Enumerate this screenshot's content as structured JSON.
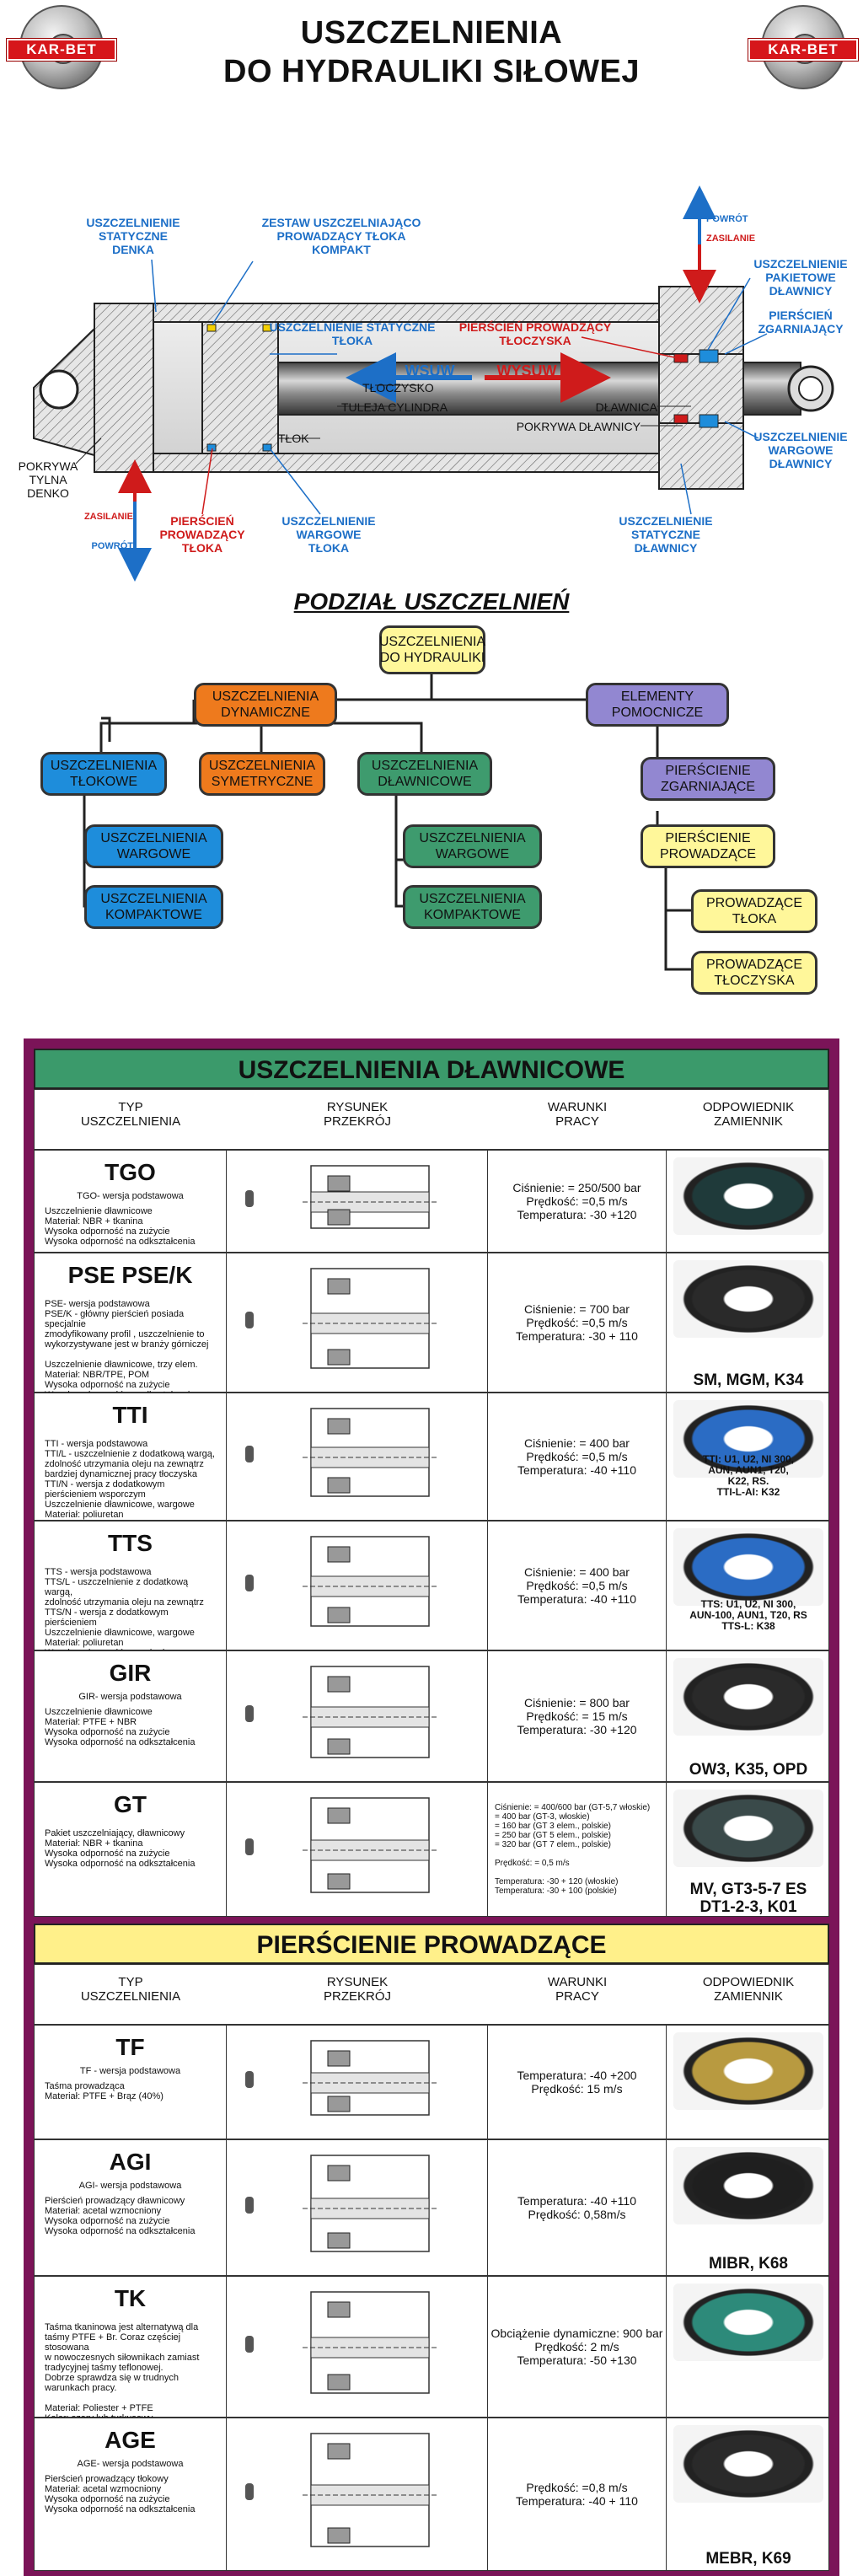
{
  "brand": {
    "logo_text": "KAR-BET"
  },
  "header": {
    "line1": "USZCZELNIENIA",
    "line2": "DO HYDRAULIKI SIŁOWEJ"
  },
  "diagram": {
    "labels": {
      "static_head": "USZCZELNIENIE\nSTATYCZNE\nDENKA",
      "piston_set": "ZESTAW USZCZELNIAJĄCO\nPROWADZĄCY TŁOKA\nKOMPAKT",
      "static_piston": "USZCZELNIENIE STATYCZNE\nTŁOKA",
      "rod_guide_ring": "PIERŚCIEŃ PROWADZĄCY\nTŁOCZYSKA",
      "rod_packing": "USZCZELNIENIE\nPAKIETOWE\nDŁAWNICY",
      "wiper_ring": "PIERŚCIEŃ\nZGARNIAJĄCY",
      "rod_wiper_seal": "USZCZELNIENIE\nWARGOWE\nDŁAWNICY",
      "static_gland": "USZCZELNIENIE\nSTATYCZNE\nDŁAWNICY",
      "piston_lip": "USZCZELNIENIE\nWARGOWE\nTŁOKA",
      "piston_guide_ring": "PIERŚCIEŃ\nPROWADZĄCY\nTŁOKA",
      "rear_cover": "POKRYWA TYLNA\nDENKO",
      "piston": "TŁOK",
      "rod": "TŁOCZYSKO",
      "cylinder_tube": "TULEJA CYLINDRA",
      "gland": "DŁAWNICA",
      "gland_cover": "POKRYWA DŁAWNICY",
      "retract": "WSUW",
      "extend": "WYSUW",
      "return_top": "POWRÓT",
      "supply_top": "ZASILANIE",
      "supply_bottom": "ZASILANIE",
      "return_bottom": "POWRÓT"
    }
  },
  "division": {
    "title": "PODZIAŁ USZCZELNIEŃ",
    "root": "USZCZELNIENIA\nDO HYDRAULIKI",
    "dynamic": "USZCZELNIENIA\nDYNAMICZNE",
    "auxiliary": "ELEMENTY\nPOMOCNICZE",
    "piston": "USZCZELNIENIA\nTŁOKOWE",
    "symmetric": "USZCZELNIENIA\nSYMETRYCZNE",
    "rod": "USZCZELNIENIA\nDŁAWNICOWE",
    "piston_lip": "USZCZELNIENIA\nWARGOWE",
    "piston_compact": "USZCZELNIENIA\nKOMPAKTOWE",
    "rod_lip": "USZCZELNIENIA\nWARGOWE",
    "rod_compact": "USZCZELNIENIA\nKOMPAKTOWE",
    "wiper": "PIERŚCIENIE\nZGARNIAJĄCE",
    "guide": "PIERŚCIENIE\nPROWADZĄCE",
    "guide_piston": "PROWADZĄCE\nTŁOKA",
    "guide_rod": "PROWADZĄCE\nTŁOCZYSKA"
  },
  "columns": {
    "type": "TYP\nUSZCZELNIENIA",
    "drawing": "RYSUNEK\nPRZEKRÓJ",
    "conditions": "WARUNKI\nPRACY",
    "equivalent": "ODPOWIEDNIK\nZAMIENNIK"
  },
  "rod_seals": {
    "title": "USZCZELNIENIA DŁAWNICOWE",
    "rows": [
      {
        "code": "TGO",
        "sub": "TGO- wersja podstawowa",
        "desc": "Uszczelnienie dławnicowe\nMateriał: NBR + tkanina\nWysoka odporność na zużycie\nWysoka odporność na odkształcenia",
        "conditions": "Ciśnienie: = 250/500 bar\nPrędkość: =0,5 m/s\nTemperatura: -30 +120",
        "equivalent": ""
      },
      {
        "code": "PSE PSE/K",
        "sub": "",
        "desc": "PSE- wersja podstawowa\nPSE/K - główny pierścień posiada specjalnie\nzmodyfikowany profil , uszczelnienie to\nwykorzystywane jest w branży górniczej\n\nUszczelnienie dławnicowe, trzy elem.\nMateriał: NBR/TPE, POM\nWysoka odporność na zużycie\nWysoka odporność na odkształcenia",
        "conditions": "Ciśnienie: = 700 bar\nPrędkość: =0,5 m/s\nTemperatura: -30 + 110",
        "equivalent": "SM, MGM, K34"
      },
      {
        "code": "TTI",
        "sub": "",
        "desc": "TTI - wersja podstawowa\nTTI/L - uszczelnienie z dodatkową wargą,\nzdolność utrzymania oleju na zewnątrz\nbardziej dynamicznej pracy tłoczyska\nTTI/N - wersja z dodatkowym\npierścieniem wsporczym\nUszczelnienie dławnicowe, wargowe\nMateriał: poliuretan\nWysoka odporność na zużycie\nWysoka odporność na odkształcenia",
        "conditions": "Ciśnienie: = 400 bar\nPrędkość: =0,5 m/s\nTemperatura: -40 +110",
        "equivalent": "TTI: U1, U2, NI 300,\nAUN, AUN1, T20,\nK22, RS.\nTTI-L-AI: K32"
      },
      {
        "code": "TTS",
        "sub": "",
        "desc": "TTS - wersja podstawowa\nTTS/L - uszczelnienie z dodatkową wargą,\nzdolność utrzymania oleju na zewnątrz\nTTS/N - wersja z dodatkowym pierścieniem\nUszczelnienie dławnicowe, wargowe\nMateriał: poliuretan\nWysoka odporność na zużycie\nWysoka odporność na odkształcenia",
        "conditions": "Ciśnienie: = 400 bar\nPrędkość: =0,5 m/s\nTemperatura: -40 +110",
        "equivalent": "TTS: U1, U2, NI 300,\nAUN-100, AUN1, T20, RS\nTTS-L: K38"
      },
      {
        "code": "GIR",
        "sub": "GIR- wersja podstawowa",
        "desc": "Uszczelnienie dławnicowe\nMateriał: PTFE + NBR\nWysoka odporność na zużycie\nWysoka odporność na odkształcenia",
        "conditions": "Ciśnienie: = 800 bar\nPrędkość: = 15 m/s\nTemperatura: -30 +120",
        "equivalent": "OW3, K35, OPD"
      },
      {
        "code": "GT",
        "sub": "",
        "desc": "Pakiet uszczelniający, dławnicowy\nMateriał: NBR + tkanina\nWysoka odporność na zużycie\nWysoka odporność na odkształcenia",
        "conditions": "Ciśnienie: = 400/600 bar (GT-5,7 włoskie)\n= 400 bar (GT-3, włoskie)\n= 160 bar (GT 3 elem., polskie)\n= 250 bar (GT 5 elem., polskie)\n= 320 bar (GT 7 elem., polskie)\n\nPrędkość: = 0,5 m/s\n\nTemperatura: -30 + 120 (włoskie)\nTemperatura: -30 + 100 (polskie)",
        "equivalent": "MV, GT3-5-7 ES\nDT1-2-3, K01"
      }
    ]
  },
  "guide_rings": {
    "title": "PIERŚCIENIE PROWADZĄCE",
    "rows": [
      {
        "code": "TF",
        "sub": "TF - wersja podstawowa",
        "desc": "Taśma prowadząca\nMateriał: PTFE + Brąz (40%)",
        "conditions": "Temperatura: -40 +200\nPrędkość: 15 m/s",
        "equivalent": ""
      },
      {
        "code": "AGI",
        "sub": "AGI- wersja podstawowa",
        "desc": "Pierścień prowadzący dławnicowy\nMateriał: acetal wzmocniony\nWysoka odporność na zużycie\nWysoka odporność na odkształcenia",
        "conditions": "Temperatura: -40 +110\nPrędkość: 0,58m/s",
        "equivalent": "MIBR, K68"
      },
      {
        "code": "TK",
        "sub": "",
        "desc": "Taśma tkaninowa jest alternatywą dla\ntaśmy PTFE + Br. Coraz częściej stosowana\nw nowoczesnych siłownikach zamiast\ntradycyjnej taśmy teflonowej.\nDobrze sprawdza się w trudnych\nwarunkach pracy.\n\nMateriał: Poliester + PTFE\nKolor: szary lub turkusowy\nWysoka odporność na zużycie i ścieranie",
        "conditions": "Obciążenie dynamiczne: 900 bar\nPrędkość: 2 m/s\nTemperatura: -50 +130",
        "equivalent": ""
      },
      {
        "code": "AGE",
        "sub": "AGE- wersja podstawowa",
        "desc": "Pierścień prowadzący tłokowy\nMateriał: acetal wzmocniony\nWysoka odporność na zużycie\nWysoka odporność na odkształcenia",
        "conditions": "Prędkość: =0,8 m/s\nTemperatura: -40 + 110",
        "equivalent": "MEBR, K69"
      }
    ]
  },
  "colors": {
    "frame": "#7b1458",
    "green_banner": "#3b9a6b",
    "yellow_banner": "#fff08a",
    "blue_label": "#1d6fc7",
    "red_label": "#cf1b1b"
  }
}
